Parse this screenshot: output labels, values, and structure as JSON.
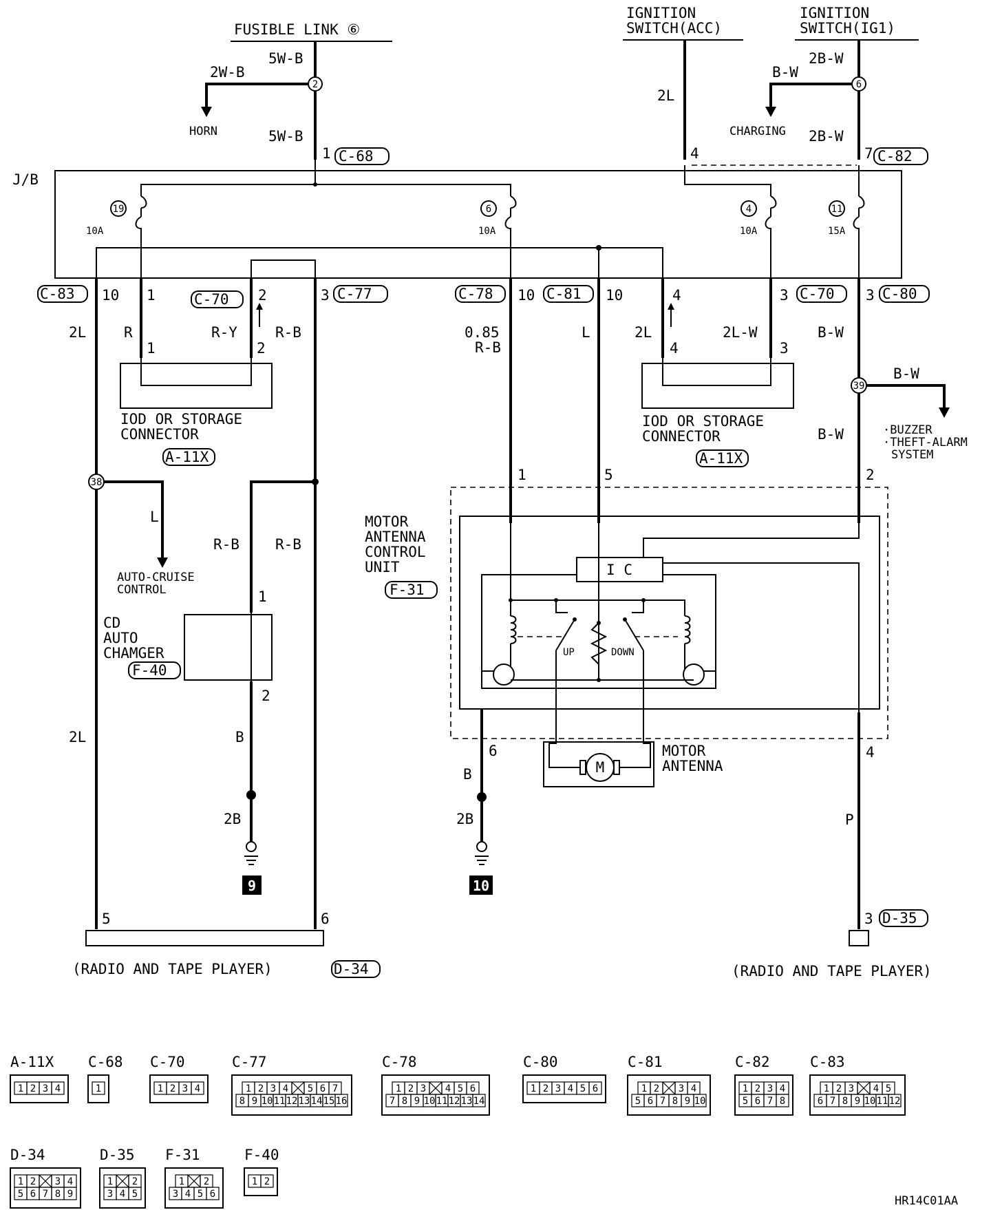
{
  "sources": {
    "fusible_link": "FUSIBLE LINK ⑥",
    "ign_acc_1": "IGNITION",
    "ign_acc_2": "SWITCH(ACC)",
    "ign_ig1_1": "IGNITION",
    "ign_ig1_2": "SWITCH(IG1)"
  },
  "junction_block": "J/B",
  "wires": {
    "w5wb": "5W-B",
    "w2wb": "2W-B",
    "w2l": "2L",
    "w2bw": "2B-W",
    "wbw": "B-W",
    "wr": "R",
    "wry": "R-Y",
    "wrb": "R-B",
    "w085": "0.85",
    "wl": "L",
    "w2lw": "2L-W",
    "wb": "B",
    "w2b": "2B",
    "wp": "P"
  },
  "destinations": {
    "horn": "HORN",
    "charging": "CHARGING",
    "auto_cruise_1": "AUTO-CRUISE",
    "auto_cruise_2": "CONTROL",
    "buzzer": "·BUZZER",
    "theft_alarm": "·THEFT-ALARM",
    "system": "SYSTEM"
  },
  "splices": [
    "2",
    "6",
    "38",
    "39"
  ],
  "fuses": [
    {
      "no": "19",
      "rating": "10A"
    },
    {
      "no": "6",
      "rating": "10A"
    },
    {
      "no": "4",
      "rating": "10A"
    },
    {
      "no": "11",
      "rating": "15A"
    }
  ],
  "connectors": {
    "c68": "C-68",
    "c82": "C-82",
    "c83": "C-83",
    "c70": "C-70",
    "c77": "C-77",
    "c78": "C-78",
    "c81": "C-81",
    "c80": "C-80",
    "a11x": "A-11X",
    "f31": "F-31",
    "f40": "F-40",
    "d34": "D-34",
    "d35": "D-35"
  },
  "pins": {
    "p1": "1",
    "p2": "2",
    "p3": "3",
    "p4": "4",
    "p5": "5",
    "p6": "6",
    "p7": "7",
    "p10": "10"
  },
  "components": {
    "iod_1": "IOD OR STORAGE",
    "iod_2": "CONNECTOR",
    "motor_ctrl_1": "MOTOR",
    "motor_ctrl_2": "ANTENNA",
    "motor_ctrl_3": "CONTROL",
    "motor_ctrl_4": "UNIT",
    "ic": "I C",
    "up": "UP",
    "down": "DOWN",
    "motor_sym": "M",
    "motor_ant_1": "MOTOR",
    "motor_ant_2": "ANTENNA",
    "cd_1": "CD",
    "cd_2": "AUTO",
    "cd_3": "CHAMGER",
    "radio_left": "(RADIO AND TAPE PLAYER)",
    "radio_right": "(RADIO AND TAPE PLAYER)"
  },
  "grounds": [
    "9",
    "10"
  ],
  "connector_legend": [
    {
      "id": "A-11X",
      "rows": [
        [
          "1",
          "2",
          "3",
          "4"
        ]
      ]
    },
    {
      "id": "C-68",
      "rows": [
        [
          "1"
        ]
      ]
    },
    {
      "id": "C-70",
      "rows": [
        [
          "1",
          "2",
          "3",
          "4"
        ]
      ]
    },
    {
      "id": "C-77",
      "rows": [
        [
          "1",
          "2",
          "3",
          "4",
          "",
          "5",
          "6",
          "7"
        ],
        [
          "8",
          "9",
          "10",
          "11",
          "12",
          "13",
          "14",
          "15",
          "16"
        ]
      ]
    },
    {
      "id": "C-78",
      "rows": [
        [
          "1",
          "2",
          "3",
          "",
          "4",
          "5",
          "6"
        ],
        [
          "7",
          "8",
          "9",
          "10",
          "11",
          "12",
          "13",
          "14"
        ]
      ]
    },
    {
      "id": "C-80",
      "rows": [
        [
          "1",
          "2",
          "3",
          "4",
          "5",
          "6"
        ]
      ]
    },
    {
      "id": "C-81",
      "rows": [
        [
          "1",
          "2",
          "",
          "3",
          "4"
        ],
        [
          "5",
          "6",
          "7",
          "8",
          "9",
          "10"
        ]
      ]
    },
    {
      "id": "C-82",
      "rows": [
        [
          "1",
          "2",
          "3",
          "4"
        ],
        [
          "5",
          "6",
          "7",
          "8"
        ]
      ]
    },
    {
      "id": "C-83",
      "rows": [
        [
          "1",
          "2",
          "3",
          "",
          "4",
          "5"
        ],
        [
          "6",
          "7",
          "8",
          "9",
          "10",
          "11",
          "12"
        ]
      ]
    },
    {
      "id": "D-34",
      "rows": [
        [
          "1",
          "2",
          "",
          "3",
          "4"
        ],
        [
          "5",
          "6",
          "7",
          "8",
          "9"
        ]
      ]
    },
    {
      "id": "D-35",
      "rows": [
        [
          "1",
          "",
          "2"
        ],
        [
          "3",
          "4",
          "5"
        ]
      ]
    },
    {
      "id": "F-31",
      "rows": [
        [
          "1",
          "",
          "2"
        ],
        [
          "3",
          "4",
          "5",
          "6"
        ]
      ]
    },
    {
      "id": "F-40",
      "rows": [
        [
          "1",
          "2"
        ]
      ]
    }
  ],
  "figure_id": "HR14C01AA"
}
